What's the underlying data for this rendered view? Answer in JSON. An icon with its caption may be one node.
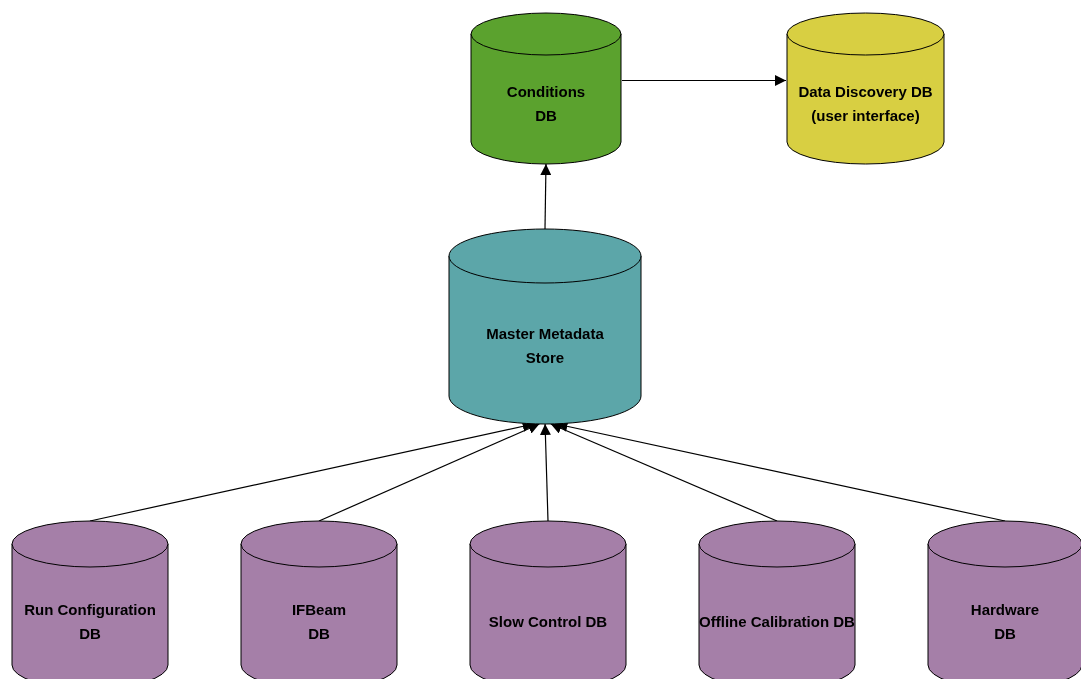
{
  "diagram": {
    "nodes": [
      {
        "text": [
          "Conditions DB"
        ]
      },
      {
        "text": [
          "Data Discovery DB (user interface)"
        ]
      },
      {
        "text": [
          "Master Metadata Store"
        ]
      },
      {
        "text": [
          "Run Configuration DB"
        ]
      },
      {
        "text": [
          "IFBeam DB"
        ]
      },
      {
        "text": [
          "Slow Control DB"
        ]
      },
      {
        "text": [
          "Offline Calibration DB"
        ]
      },
      {
        "text": [
          "Hardware DB"
        ]
      }
    ],
    "edges": [
      {
        "from": 0,
        "to": 1,
        "arrow": "to"
      },
      {
        "from": 2,
        "to": 0,
        "arrow": "to"
      },
      {
        "from": 3,
        "to": 2,
        "arrow": "to"
      },
      {
        "from": 4,
        "to": 2,
        "arrow": "to"
      },
      {
        "from": 5,
        "to": 2,
        "arrow": "to"
      },
      {
        "from": 6,
        "to": 2,
        "arrow": "to"
      },
      {
        "from": 7,
        "to": 2,
        "arrow": "to"
      }
    ]
  }
}
